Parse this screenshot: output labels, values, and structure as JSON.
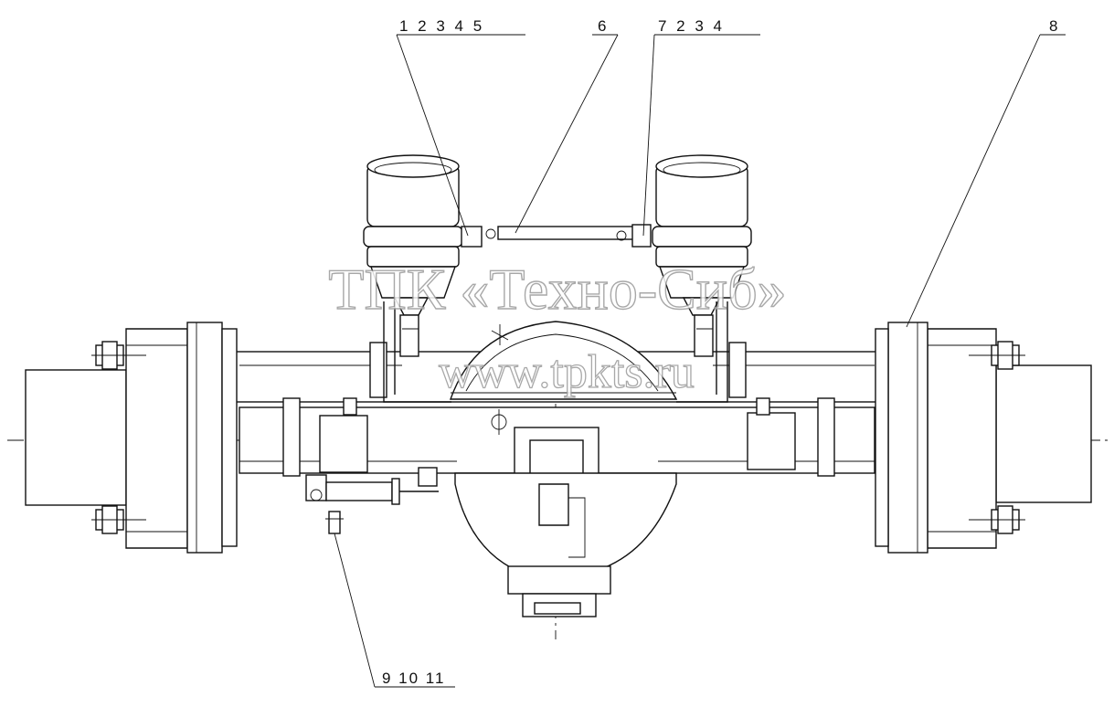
{
  "drawing": {
    "callouts": {
      "top_left": "1 2 3 4 5",
      "top_mid": "6",
      "top_right": "7 2 3 4",
      "right": "8",
      "bottom": "9 10 11"
    },
    "watermark": {
      "line1": "ТПК «Техно-Сиб»",
      "line2": "www.tpkts.ru"
    }
  }
}
